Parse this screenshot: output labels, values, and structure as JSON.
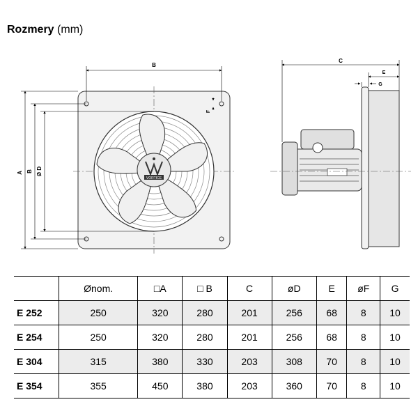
{
  "title": {
    "bold": "Rozmery",
    "unit": "(mm)"
  },
  "drawing": {
    "front_labels": {
      "A": "A",
      "B_left": "B",
      "D": "Ø D",
      "B_top": "B",
      "F": "F"
    },
    "side_labels": {
      "C": "C",
      "E": "E",
      "G": "G"
    },
    "logo_text": "VORTICE"
  },
  "table": {
    "headers": [
      "",
      "Ønom.",
      "□A",
      "□ B",
      "C",
      "øD",
      "E",
      "øF",
      "G"
    ],
    "rows": [
      {
        "model": "E 252",
        "values": [
          "250",
          "320",
          "280",
          "201",
          "256",
          "68",
          "8",
          "10"
        ]
      },
      {
        "model": "E 254",
        "values": [
          "250",
          "320",
          "280",
          "201",
          "256",
          "68",
          "8",
          "10"
        ]
      },
      {
        "model": "E 304",
        "values": [
          "315",
          "380",
          "330",
          "203",
          "308",
          "70",
          "8",
          "10"
        ]
      },
      {
        "model": "E 354",
        "values": [
          "355",
          "450",
          "380",
          "203",
          "360",
          "70",
          "8",
          "10"
        ]
      }
    ]
  }
}
